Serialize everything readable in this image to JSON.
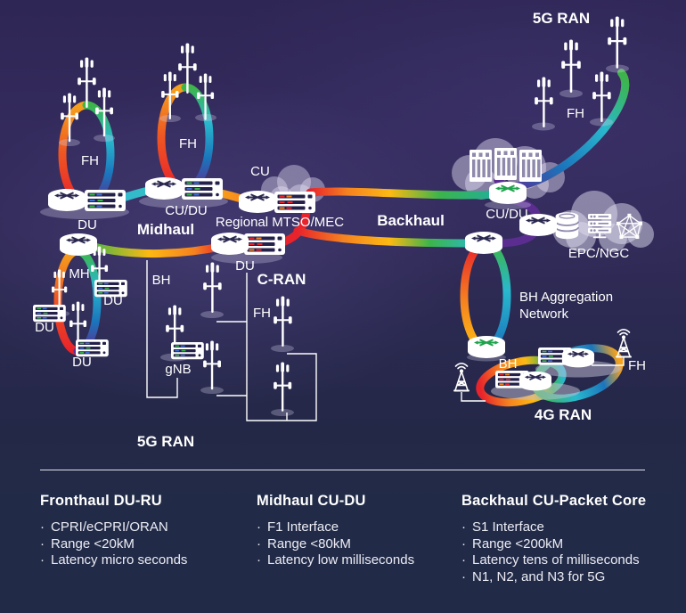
{
  "colors": {
    "background_top": "#332a5c",
    "background_bottom": "#212b47",
    "text": "#ffffff",
    "rainbow": [
      "#e8232b",
      "#f58220",
      "#fdb913",
      "#3db54a",
      "#29b8ce",
      "#1b75bc",
      "#5b2d91"
    ],
    "cloud": "rgba(228,225,244,0.44)"
  },
  "diagram": {
    "labels": {
      "ran5g_top": "5G RAN",
      "fh_loop1": "FH",
      "fh_loop2": "FH",
      "fh_5gran": "FH",
      "du_left": "DU",
      "cudu_left": "CU/DU",
      "midhaul": "Midhaul",
      "cu": "CU",
      "regional_mtso": "Regional MTSO/MEC",
      "backhaul": "Backhaul",
      "cudu_right": "CU/DU",
      "epc_ngc": "EPC/NGC",
      "mh": "MH",
      "du_mh_right": "DU",
      "du_mh_left": "DU",
      "du_mh_bottom": "DU",
      "bh_left": "BH",
      "du_cran": "DU",
      "cran": "C-RAN",
      "fh_cran": "FH",
      "gnb": "gNB",
      "ran5g_bottom": "5G RAN",
      "bh_agg_line1": "BH Aggregation",
      "bh_agg_line2": "Network",
      "bh_4g": "BH",
      "fh_4gran": "FH",
      "ran4g": "4G RAN"
    }
  },
  "legend": {
    "bullet": "·",
    "columns": [
      {
        "title": "Fronthaul DU-RU",
        "items": [
          "CPRI/eCPRI/ORAN",
          "Range <20kM",
          "Latency micro seconds"
        ]
      },
      {
        "title": "Midhaul CU-DU",
        "items": [
          "F1 Interface",
          "Range <80kM",
          "Latency low milliseconds"
        ]
      },
      {
        "title": "Backhaul CU-Packet Core",
        "items": [
          "S1 Interface",
          "Range <200kM",
          "Latency tens of milliseconds",
          "N1, N2, and N3 for 5G"
        ]
      }
    ]
  }
}
